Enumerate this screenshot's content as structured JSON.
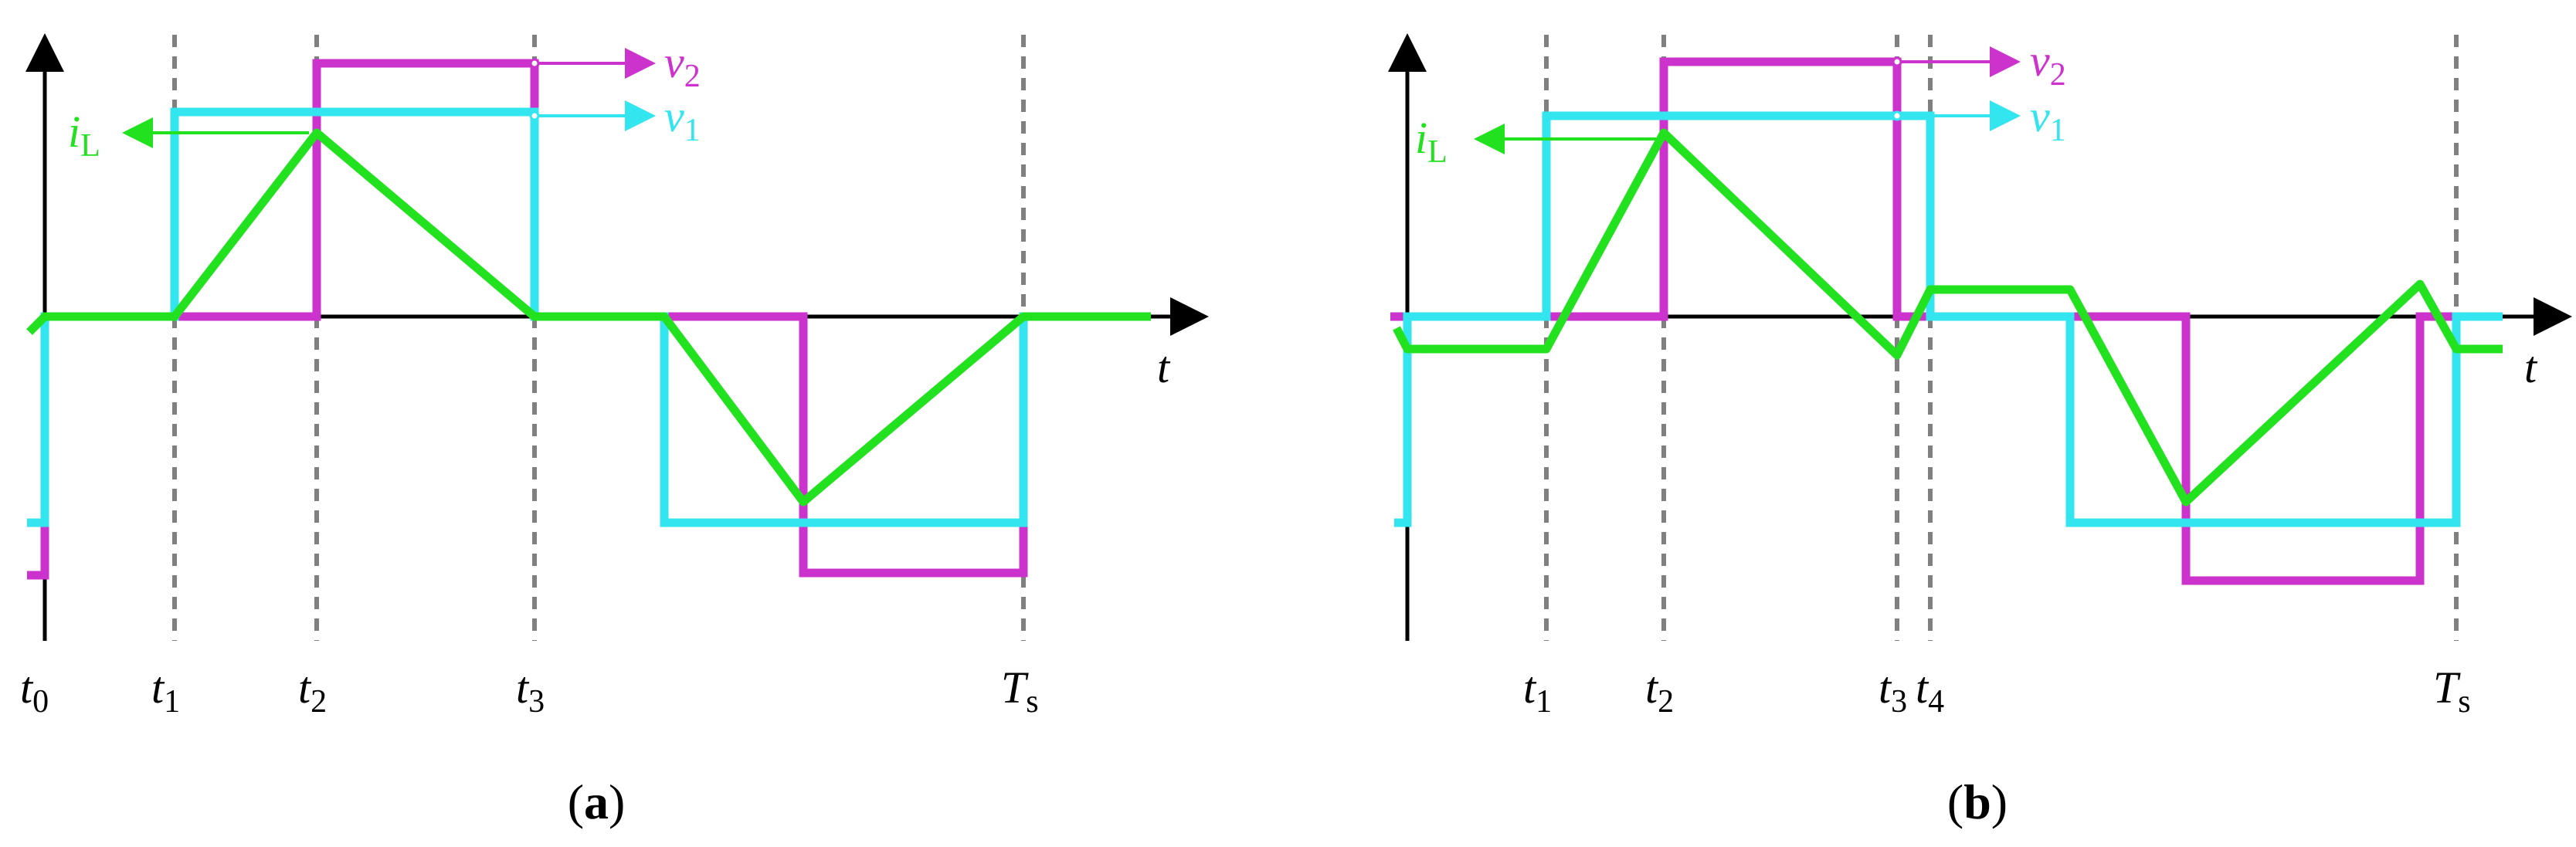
{
  "colors": {
    "v1": "#33e5ee",
    "v2": "#cc33cc",
    "iL": "#22e21f",
    "axis": "#000000",
    "guide": "#808080"
  },
  "axis_label": "t",
  "panels": [
    {
      "caption_letter": "a",
      "labels": {
        "v2": {
          "sym": "v",
          "sub": "2"
        },
        "v1": {
          "sym": "v",
          "sub": "1"
        },
        "iL": {
          "sym": "i",
          "sub": "L"
        }
      },
      "ticks": [
        {
          "sym": "t",
          "sub": "0"
        },
        {
          "sym": "t",
          "sub": "1"
        },
        {
          "sym": "t",
          "sub": "2"
        },
        {
          "sym": "t",
          "sub": "3"
        },
        {
          "sym": "T",
          "sub": "s"
        }
      ]
    },
    {
      "caption_letter": "b",
      "labels": {
        "v2": {
          "sym": "v",
          "sub": "2"
        },
        "v1": {
          "sym": "v",
          "sub": "1"
        },
        "iL": {
          "sym": "i",
          "sub": "L"
        }
      },
      "ticks": [
        {
          "sym": "t",
          "sub": "1"
        },
        {
          "sym": "t",
          "sub": "2"
        },
        {
          "sym": "t",
          "sub": "3"
        },
        {
          "sym": "t",
          "sub": "4"
        },
        {
          "sym": "T",
          "sub": "s"
        }
      ]
    }
  ]
}
